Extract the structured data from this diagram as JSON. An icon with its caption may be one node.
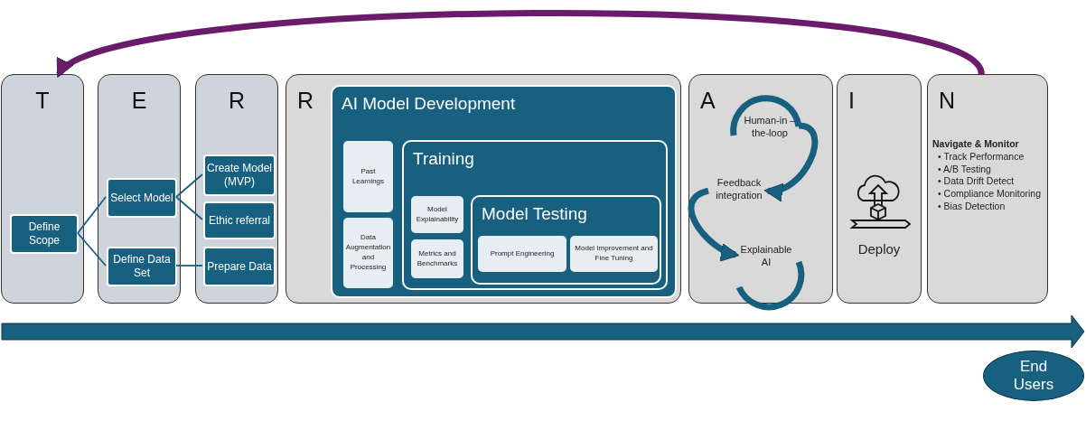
{
  "diagram": {
    "nodes": [
      {
        "text": [
          "T"
        ]
      },
      {
        "text": [
          "Define Scope"
        ],
        "in": 0
      },
      {
        "text": [
          "E"
        ]
      },
      {
        "text": [
          "Select Model"
        ],
        "in": 2
      },
      {
        "text": [
          "Define Data Set"
        ],
        "in": 2
      },
      {
        "text": [
          "R"
        ]
      },
      {
        "text": [
          "Create Model (MVP)"
        ],
        "in": 5
      },
      {
        "text": [
          "Ethic referral"
        ],
        "in": 5
      },
      {
        "text": [
          "Prepare Data"
        ],
        "in": 5
      },
      {
        "text": [
          "R"
        ]
      },
      {
        "text": [
          "AI Model Development"
        ],
        "in": 9
      },
      {
        "text": [
          "Past Learnings"
        ],
        "in": 10
      },
      {
        "text": [
          "Data Augmentation and Processing"
        ],
        "in": 10
      },
      {
        "text": [
          "Training"
        ],
        "in": 10
      },
      {
        "text": [
          "Model Explainability"
        ],
        "in": 13
      },
      {
        "text": [
          "Metrics and Benchmarks"
        ],
        "in": 13
      },
      {
        "text": [
          "Model Testing"
        ],
        "in": 13
      },
      {
        "text": [
          "Prompt Engineering"
        ],
        "in": 16
      },
      {
        "text": [
          "Model Improvement and Fine Tuning"
        ],
        "in": 16
      },
      {
        "text": [
          "A"
        ]
      },
      {
        "text": [
          "Human-in – the-loop"
        ],
        "in": 19
      },
      {
        "text": [
          "Feedback integration"
        ],
        "in": 19
      },
      {
        "text": [
          "Explainable AI"
        ],
        "in": 19
      },
      {
        "text": [
          "I"
        ]
      },
      {
        "text": [
          "Deploy"
        ],
        "in": 23
      },
      {
        "text": [
          "N",
          "Navigate & Monitor",
          "• Track Performance",
          "• A/B Testing",
          "• Data Drift Detect",
          "• Compliance Monitoring",
          "• Bias Detection"
        ]
      },
      {
        "text": [
          "End Users"
        ]
      }
    ],
    "edges": [
      {
        "from": 1,
        "to": 3,
        "arrow": "none"
      },
      {
        "from": 1,
        "to": 4,
        "arrow": "none"
      },
      {
        "from": 3,
        "to": 6,
        "arrow": "none"
      },
      {
        "from": 3,
        "to": 7,
        "arrow": "none"
      },
      {
        "from": 4,
        "to": 8,
        "arrow": "none"
      },
      {
        "from": 20,
        "to": 21,
        "arrow": "to",
        "style": "thick"
      },
      {
        "from": 21,
        "to": 22,
        "arrow": "to",
        "style": "thick"
      },
      {
        "from": 25,
        "to": 0,
        "arrow": "to",
        "style": "thick",
        "color": "#6a1b6a"
      }
    ]
  }
}
